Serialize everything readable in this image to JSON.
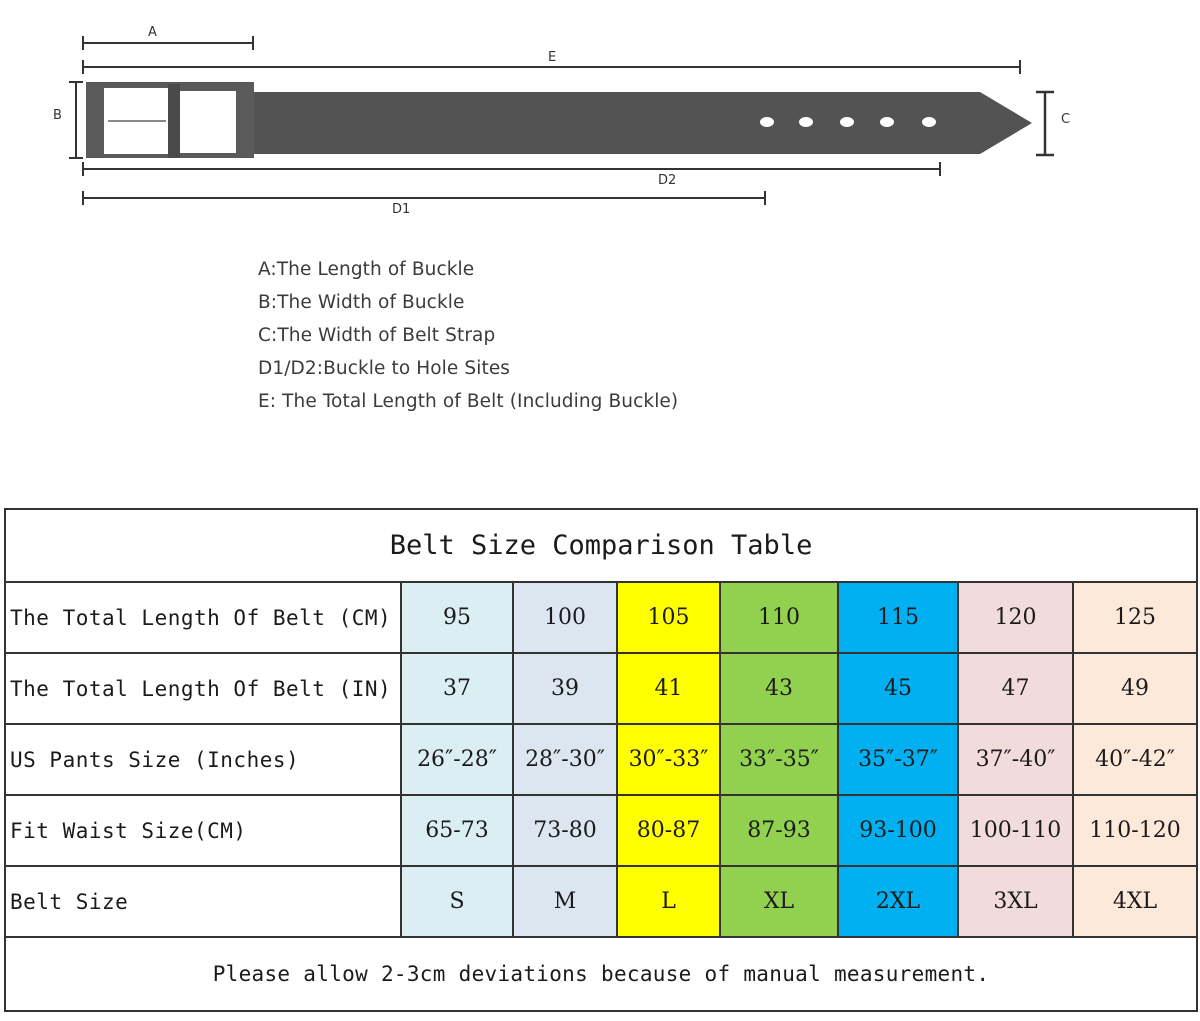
{
  "diagram": {
    "dimension_labels": {
      "a": "A",
      "b": "B",
      "c": "C",
      "d1": "D1",
      "d2": "D2",
      "e": "E"
    },
    "legend": [
      "A:The Length of Buckle",
      "B:The Width of Buckle",
      "C:The Width of Belt Strap",
      "D1/D2:Buckle to Hole Sites",
      "E: The Total Length of Belt (Including Buckle)"
    ],
    "belt_color": "#535353"
  },
  "table": {
    "title": "Belt Size Comparison Table",
    "column_colors": [
      "#daeef3",
      "#dce6f1",
      "#ffff00",
      "#92d050",
      "#00b0f0",
      "#f2dcdb",
      "#fde9d9"
    ],
    "rows": [
      {
        "label": "The Total Length Of Belt (CM)",
        "cells": [
          "95",
          "100",
          "105",
          "110",
          "115",
          "120",
          "125"
        ]
      },
      {
        "label": "The Total Length Of Belt (IN)",
        "cells": [
          "37",
          "39",
          "41",
          "43",
          "45",
          "47",
          "49"
        ]
      },
      {
        "label": "US Pants Size (Inches)",
        "cells": [
          "26″-28″",
          "28″-30″",
          "30″-33″",
          "33″-35″",
          "35″-37″",
          "37″-40″",
          "40″-42″"
        ]
      },
      {
        "label": "Fit Waist Size(CM)",
        "cells": [
          "65-73",
          "73-80",
          "80-87",
          "87-93",
          "93-100",
          "100-110",
          "110-120"
        ]
      },
      {
        "label": "Belt Size",
        "cells": [
          "S",
          "M",
          "L",
          "XL",
          "2XL",
          "3XL",
          "4XL"
        ]
      }
    ],
    "note": "Please allow 2-3cm deviations because of manual measurement."
  }
}
